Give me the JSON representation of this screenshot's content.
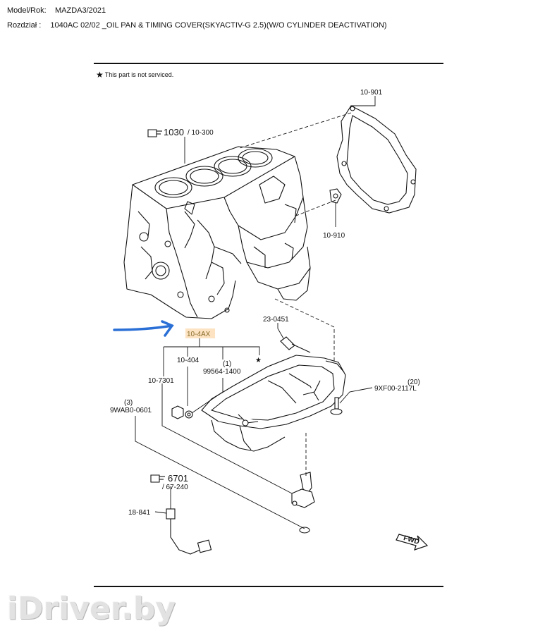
{
  "header": {
    "model_label": "Model/Rok:",
    "model_value": "MAZDA3/2021",
    "section_label": "Rozdział :",
    "section_value": "1040AC 02/02 _OIL PAN & TIMING COVER(SKYACTIV-G 2.5)(W/O CYLINDER DEACTIVATION)"
  },
  "note": {
    "star": "★",
    "text": "This part is not serviced."
  },
  "labels": {
    "ref_1030": "1030",
    "ref_1030_sub": "/ 10-300",
    "p10_901": "10-901",
    "p10_910": "10-910",
    "p23_0451": "23-0451",
    "p10_4ax": "10-4AX",
    "p10_404": "10-404",
    "qty_1": "(1)",
    "p99564": "99564-1400",
    "star": "★",
    "p10_7301": "10-7301",
    "qty_3": "(3)",
    "p9wab0": "9WAB0-0601",
    "qty_20": "(20)",
    "p9xf00": "9XF00-2117L",
    "ref_6701": "6701",
    "ref_6701_sub": "/ 67-240",
    "p18_841": "18-841",
    "fwd": "FWD"
  },
  "watermark": "iDriver.by",
  "colors": {
    "annotation_arrow": "#2a6fd6",
    "highlight": "#fde3c2",
    "line": "#111111"
  }
}
